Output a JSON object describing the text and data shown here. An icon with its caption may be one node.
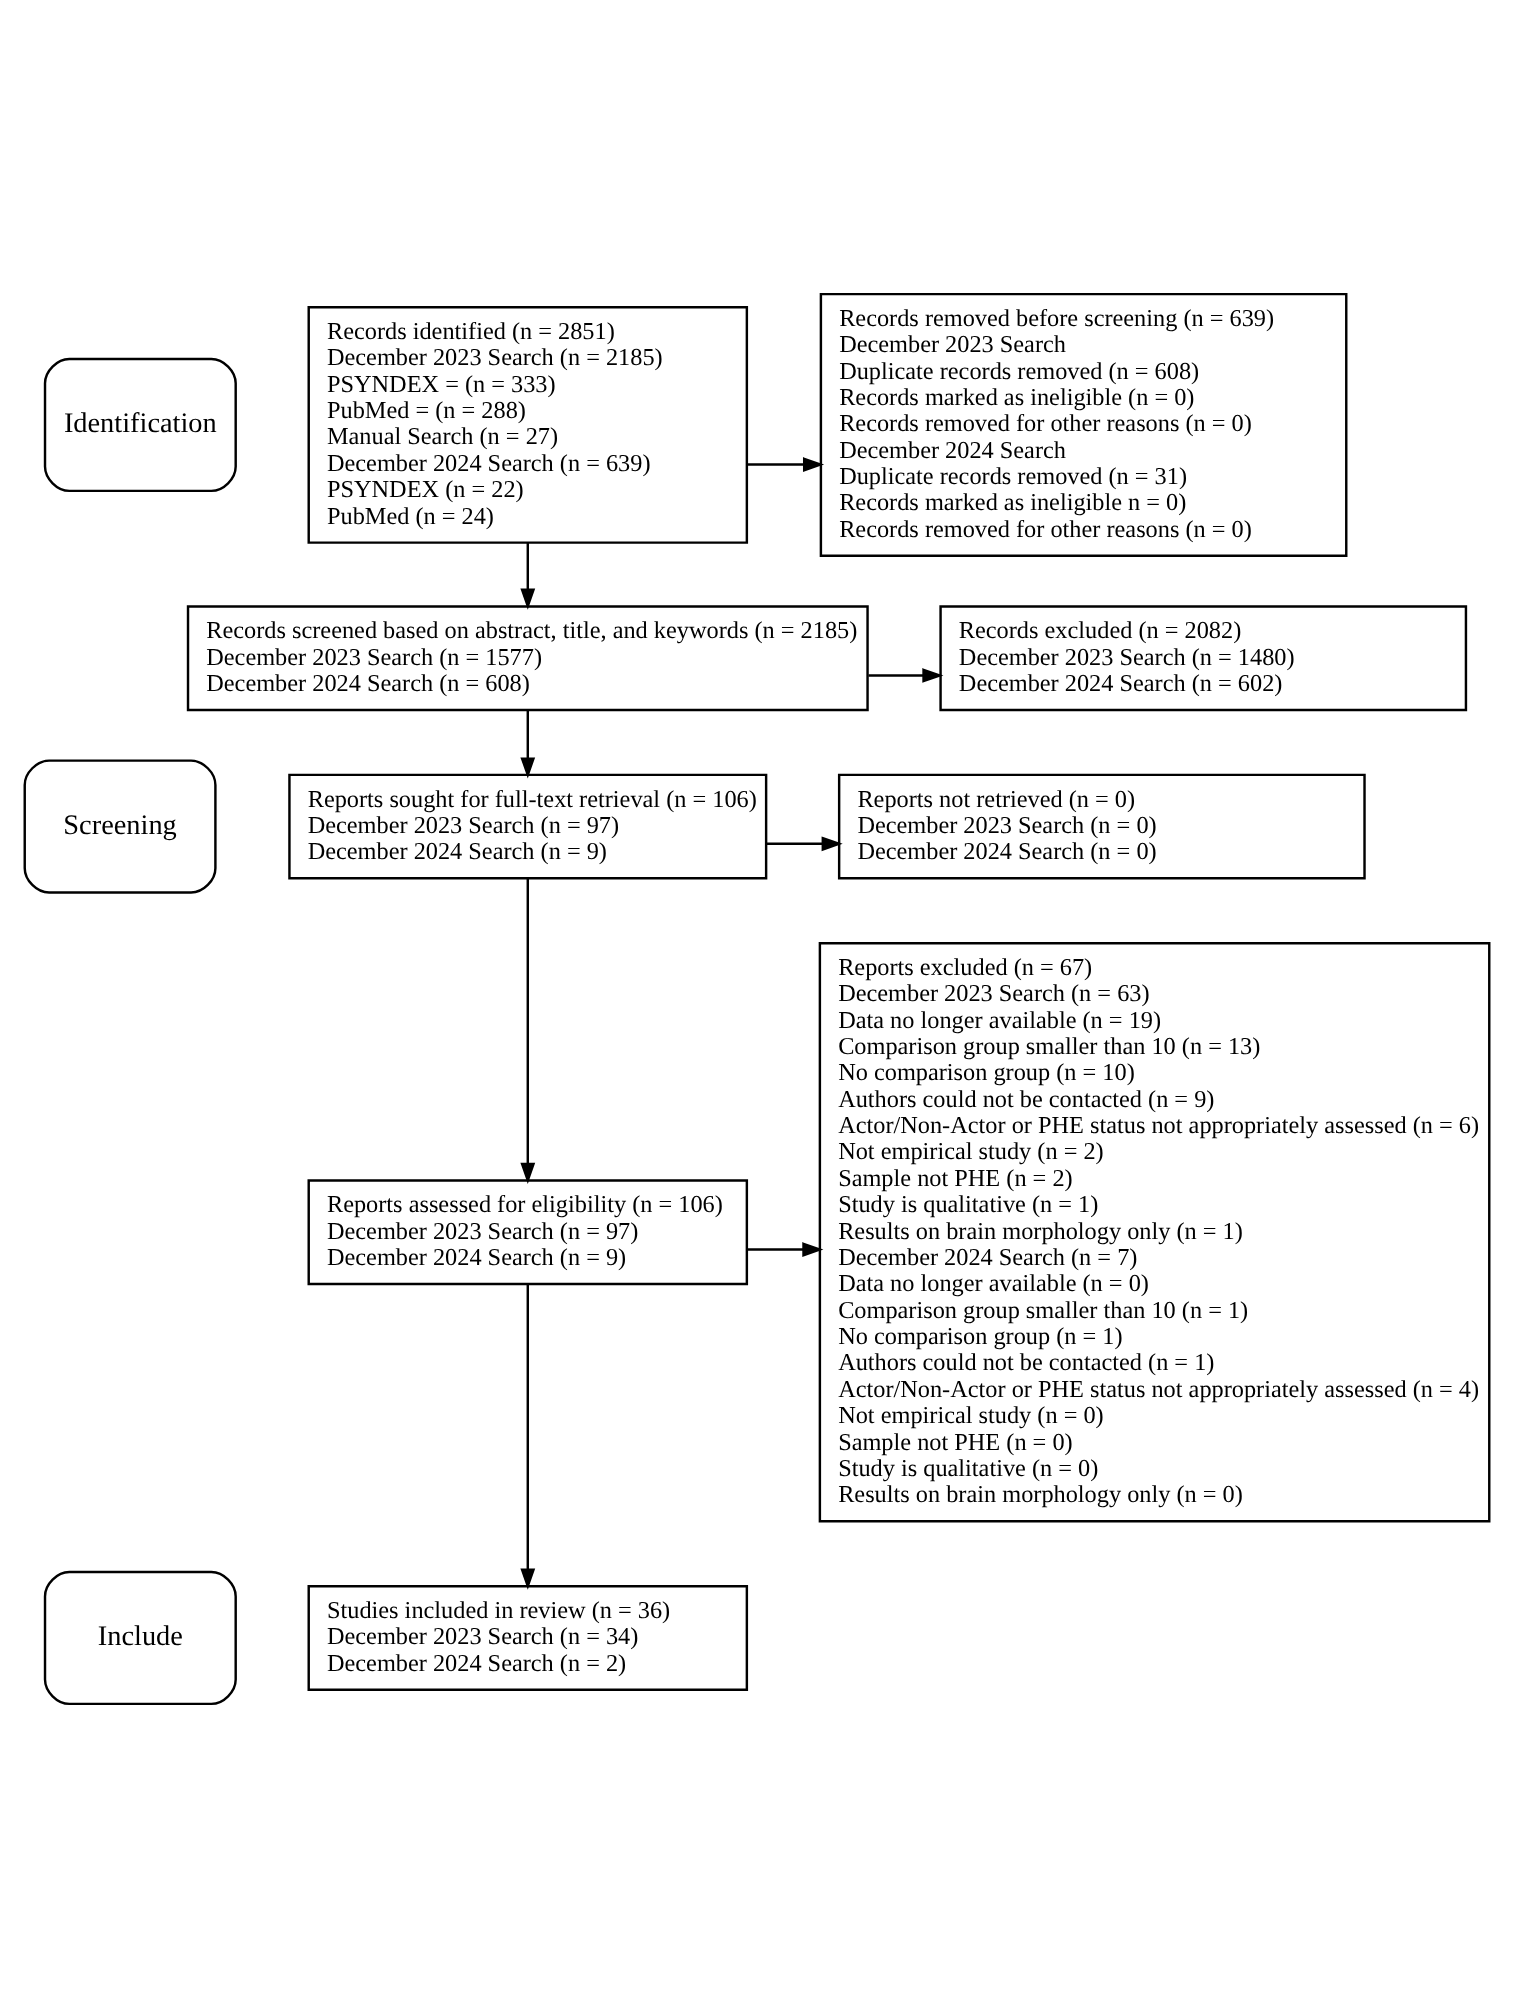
{
  "diagram": {
    "nodes": [
      {
        "text": [
          "Identification"
        ]
      },
      {
        "text": [
          "Screening"
        ]
      },
      {
        "text": [
          "Include"
        ]
      },
      {
        "text": [
          "Records identified (n = 2851)",
          "December 2023 Search (n = 2185)",
          "PSYNDEX = (n = 333)",
          "PubMed = (n = 288)",
          "Manual Search (n = 27)",
          "December 2024 Search (n = 639)",
          "PSYNDEX (n = 22)",
          "PubMed (n = 24)"
        ]
      },
      {
        "text": [
          "Records removed before screening (n = 639)",
          "December 2023 Search",
          "Duplicate records removed (n = 608)",
          "Records marked as ineligible (n = 0)",
          "Records removed for other reasons (n = 0)",
          "December 2024 Search",
          "Duplicate records removed (n = 31)",
          "Records marked as ineligible n = 0)",
          "Records removed for other reasons (n = 0)"
        ]
      },
      {
        "text": [
          "Records screened based on abstract, title, and keywords (n = 2185)",
          "December 2023 Search (n = 1577)",
          "December 2024 Search (n = 608)"
        ]
      },
      {
        "text": [
          "Records excluded (n = 2082)",
          "December 2023 Search (n = 1480)",
          "December 2024 Search (n = 602)"
        ]
      },
      {
        "text": [
          "Reports sought for full-text retrieval (n = 106)",
          "December 2023 Search (n = 97)",
          "December 2024 Search (n = 9)"
        ]
      },
      {
        "text": [
          "Reports not retrieved (n = 0)",
          "December 2023 Search (n = 0)",
          "December 2024 Search (n = 0)"
        ]
      },
      {
        "text": [
          "Reports assessed for eligibility (n = 106)",
          "December 2023 Search (n = 97)",
          "December 2024 Search (n = 9)"
        ]
      },
      {
        "text": [
          "Reports excluded (n = 67)",
          "December 2023 Search (n = 63)",
          "Data no longer available (n = 19)",
          "Comparison group smaller than 10 (n = 13)",
          "No comparison group (n = 10)",
          "Authors could not be contacted (n = 9)",
          "Actor/Non-Actor or PHE status not appropriately assessed (n = 6)",
          "Not empirical study (n = 2)",
          "Sample not PHE (n = 2)",
          "Study is qualitative (n = 1)",
          "Results on brain morphology only (n = 1)",
          "December 2024 Search (n = 7)",
          "Data no longer available (n = 0)",
          "Comparison group smaller than 10 (n = 1)",
          "No comparison group (n = 1)",
          "Authors could not be contacted (n = 1)",
          "Actor/Non-Actor or PHE status not appropriately assessed (n = 4)",
          "Not empirical study (n = 0)",
          "Sample not PHE (n = 0)",
          "Study is qualitative (n = 0)",
          "Results on brain morphology only (n = 0)"
        ]
      },
      {
        "text": [
          "Studies included in review (n = 36)",
          "December 2023 Search (n = 34)",
          "December 2024 Search (n = 2)"
        ]
      }
    ],
    "edges": [
      {
        "from": 3,
        "to": 4,
        "arrow": "to"
      },
      {
        "from": 3,
        "to": 5,
        "arrow": "to"
      },
      {
        "from": 5,
        "to": 6,
        "arrow": "to"
      },
      {
        "from": 5,
        "to": 7,
        "arrow": "to"
      },
      {
        "from": 7,
        "to": 8,
        "arrow": "to"
      },
      {
        "from": 7,
        "to": 9,
        "arrow": "to"
      },
      {
        "from": 9,
        "to": 10,
        "arrow": "to"
      },
      {
        "from": 9,
        "to": 11,
        "arrow": "to"
      }
    ]
  }
}
